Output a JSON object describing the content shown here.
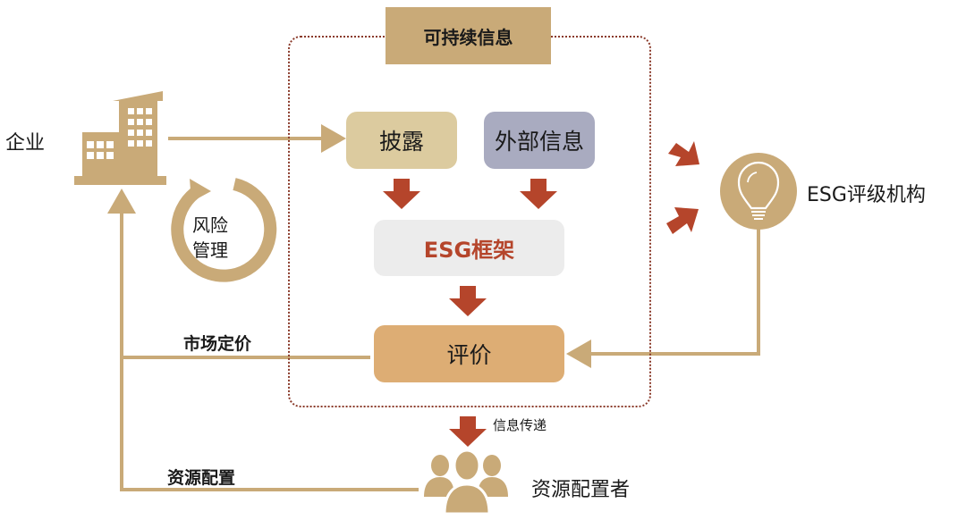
{
  "diagram": {
    "title": "可持续信息",
    "nodes": {
      "enterprise": "企业",
      "risk_management": [
        "风险",
        "管理"
      ],
      "disclosure": "披露",
      "external_info": "外部信息",
      "esg_framework": "ESG框架",
      "evaluation": "评价",
      "esg_rating_agency": "ESG评级机构",
      "resource_allocator": "资源配置者"
    },
    "edge_labels": {
      "market_pricing": "市场定价",
      "resource_allocation": "资源配置",
      "info_transfer": "信息传递"
    },
    "icons": {
      "enterprise": "building-icon",
      "risk": "cycle-arrow-icon",
      "rating_agency": "lightbulb-icon",
      "allocator": "people-group-icon"
    },
    "colors": {
      "gold": "#c9aa78",
      "arrow_red": "#b5452b",
      "disclosure_fill": "#dccb9f",
      "external_fill": "#a9abc0",
      "framework_fill": "#ececec",
      "evaluation_fill": "#ddad74",
      "frame_dots": "#8a3a2a"
    }
  }
}
